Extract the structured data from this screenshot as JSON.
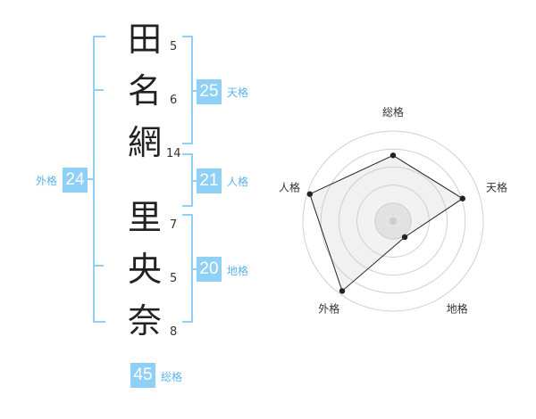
{
  "name_chars": [
    {
      "char": "田",
      "strokes": "5"
    },
    {
      "char": "名",
      "strokes": "6"
    },
    {
      "char": "網",
      "strokes": "14"
    },
    {
      "char": "里",
      "strokes": "7"
    },
    {
      "char": "央",
      "strokes": "5"
    },
    {
      "char": "奈",
      "strokes": "8"
    }
  ],
  "kakaku": {
    "tenkaku": {
      "value": "25",
      "label": "天格"
    },
    "jinkaku": {
      "value": "21",
      "label": "人格"
    },
    "chikaku": {
      "value": "20",
      "label": "地格"
    },
    "gaikaku": {
      "value": "24",
      "label": "外格"
    },
    "soukaku": {
      "value": "45",
      "label": "総格"
    }
  },
  "colors": {
    "accent": "#8fd0f6",
    "accent_text": "#5ab4ec"
  },
  "chart_data": {
    "type": "radar",
    "axes": [
      "総格",
      "天格",
      "地格",
      "外格",
      "人格"
    ],
    "values": [
      0.73,
      0.81,
      0.22,
      0.96,
      0.97
    ],
    "rings": 5,
    "range": [
      0,
      1
    ]
  }
}
